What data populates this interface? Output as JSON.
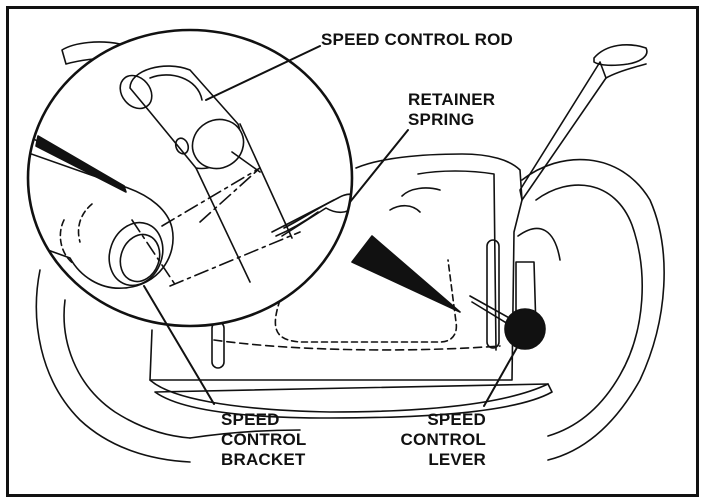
{
  "colors": {
    "line": "#111111",
    "background": "#ffffff"
  },
  "callouts": {
    "speed_control_rod": {
      "lines": [
        "SPEED CONTROL ROD"
      ]
    },
    "retainer_spring": {
      "lines": [
        "RETAINER",
        "SPRING"
      ]
    },
    "speed_control_bracket": {
      "lines": [
        "SPEED",
        "CONTROL",
        "BRACKET"
      ]
    },
    "speed_control_lever": {
      "lines": [
        "SPEED",
        "CONTROL",
        "LEVER"
      ]
    }
  }
}
